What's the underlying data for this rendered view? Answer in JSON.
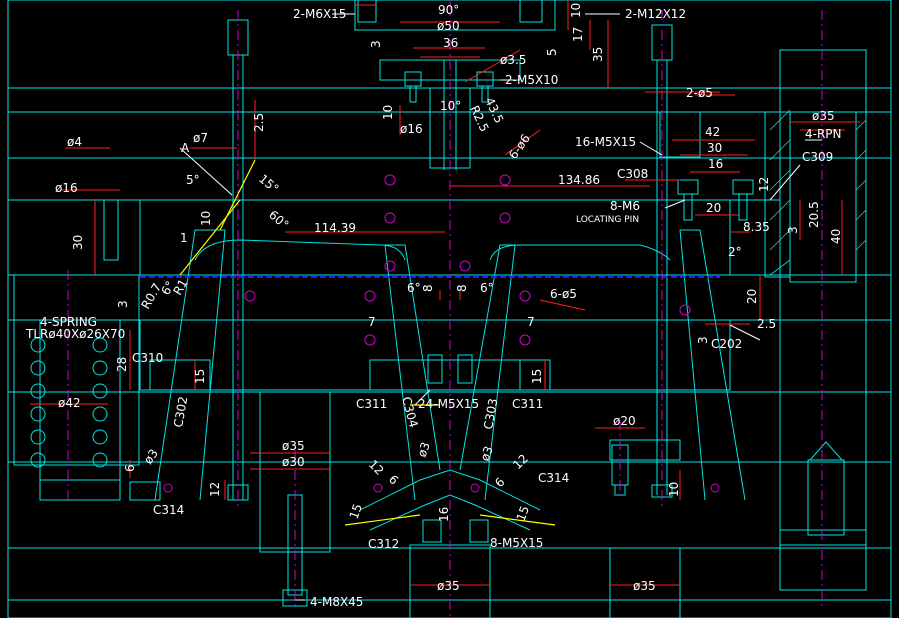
{
  "colors": {
    "background": "#000000",
    "outline": "#00e5e5",
    "dimension": "#ff1f1f",
    "label": "#ffffff",
    "hole": "#d000d0",
    "highlight": "#ffff00",
    "parting_line": "#2020ff"
  },
  "labels": {
    "screw_top_left": "2-M6X15",
    "screw_top_right": "2-M12X12",
    "angle_top": "90°",
    "dia_50": "ø50",
    "dim_36": "36",
    "dia_3_5": "ø3.5",
    "dim_10_top": "10",
    "dim_17": "17",
    "dim_5": "5",
    "dim_35_top": "35",
    "dim_3_top": "3",
    "screw_m5x10": "2-M5X10",
    "dia_5_right": "2-ø5",
    "dim_2_5": "2.5",
    "dim_10_left": "10",
    "dia_16_mid": "ø16",
    "angle_10": "10°",
    "r2_5": "R2.5",
    "dim_43_5": "43.5",
    "dia_6_pins": "6-ø6",
    "dia_4": "ø4",
    "dia_7": "ø7",
    "detail_a": "A",
    "angle_5": "5°",
    "angle_15": "15°",
    "angle_60": "60°",
    "dim_114_39": "114.39",
    "dia_16_left": "ø16",
    "dim_30_left": "30",
    "dim_10_vert": "10",
    "dim_1": "1",
    "dim_3_left": "3",
    "r0_7": "R0.7",
    "angle_6_left": "6°",
    "r1": "R1",
    "dim_6": "6°",
    "dim_8_a": "8",
    "dim_8_b": "8",
    "angle_6_right": "6°",
    "dia_5_six": "6-ø5",
    "dim_7_a": "7",
    "dim_7_b": "7",
    "spring": "4-SPRING",
    "spring_spec": "TLRø40Xø26X70",
    "dim_28": "28",
    "c310": "C310",
    "dim_15_a": "15",
    "dim_15_b": "15",
    "dia_42": "ø42",
    "c311_a": "C311",
    "c311_b": "C311",
    "screw_24": "24-M5X15",
    "c302": "C302",
    "c304": "C304",
    "c303": "C303",
    "screw_16": "16-M5X15",
    "dim_42": "42",
    "dim_30_right": "30",
    "dim_16": "16",
    "c308": "C308",
    "c309": "C309",
    "dim_134_86": "134.86",
    "pin_8": "8-M6",
    "locating": "LOCATING PIN",
    "dim_20_a": "20",
    "dim_8_35": "8.35",
    "dim_12": "12",
    "dim_3_right": "3",
    "dim_20_5": "20.5",
    "dim_40": "40",
    "angle_2": "2°",
    "dim_20_b": "20",
    "dim_2_5_b": "2.5",
    "dim_3_c202": "3",
    "c202": "C202",
    "dia_35_right": "ø35",
    "rpn": "4-RPN",
    "dia_20": "ø20",
    "dia_35_a": "ø35",
    "dia_30": "ø30",
    "dia_4_3": "ø3",
    "dim_6_b": "6",
    "dim_12_b": "12",
    "c314_a": "C314",
    "c314_b": "C314",
    "dim_12_c": "12",
    "dim_6_c": "6",
    "dia_3_a": "ø3",
    "dia_3_b": "ø3",
    "dim_12_d": "12",
    "dim_6_d": "6",
    "dim_16_b": "16",
    "dim_15_c": "15",
    "dim_15_d": "15",
    "c312": "C312",
    "screw_8": "8-M5X15",
    "dim_10_r": "10",
    "screw_4": "4-M8X45",
    "dia_35_b": "ø35",
    "dia_35_c": "ø35"
  }
}
